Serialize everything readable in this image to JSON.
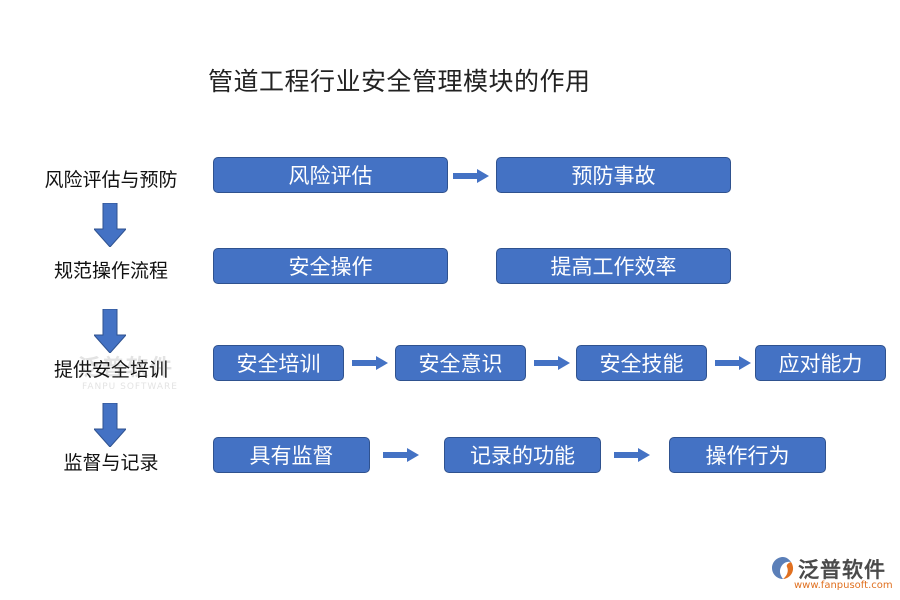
{
  "title": "管道工程行业安全管理模块的作用",
  "rows": [
    {
      "label": "风险评估与预防",
      "boxes": [
        "风险评估",
        "预防事故"
      ]
    },
    {
      "label": "规范操作流程",
      "boxes": [
        "安全操作",
        "提高工作效率"
      ]
    },
    {
      "label": "提供安全培训",
      "boxes": [
        "安全培训",
        "安全意识",
        "安全技能",
        "应对能力"
      ]
    },
    {
      "label": "监督与记录",
      "boxes": [
        "具有监督",
        "记录的功能",
        "操作行为"
      ]
    }
  ],
  "colors": {
    "box_fill": "#4472c4",
    "box_border": "#2f528f",
    "arrow": "#4472c4",
    "text": "#111111"
  },
  "watermark": {
    "name": "泛普软件",
    "sub": "FANPU SOFTWARE"
  },
  "logo": {
    "name": "泛普软件",
    "url": "www.fanpusoft.com",
    "icon": "fanpu-logo-icon"
  }
}
